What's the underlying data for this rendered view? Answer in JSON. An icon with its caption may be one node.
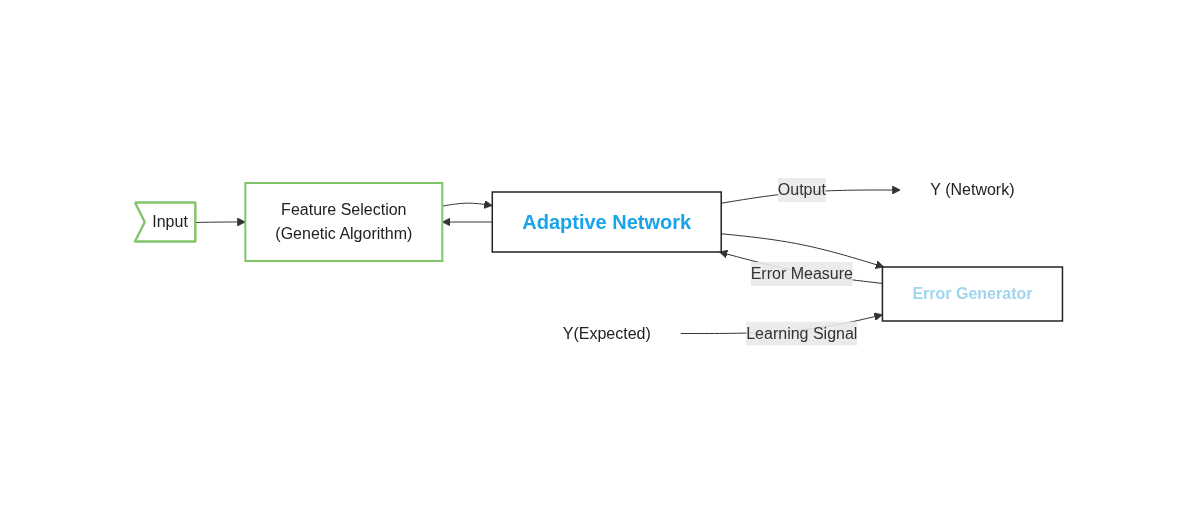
{
  "diagram": {
    "nodes": [
      {
        "text": [
          "Input"
        ]
      },
      {
        "text": [
          "Feature Selection",
          "(Genetic Algorithm)"
        ]
      },
      {
        "text": [
          "Adaptive Network"
        ]
      },
      {
        "text": [
          "Y (Network)"
        ]
      },
      {
        "text": [
          "Error Generator"
        ]
      },
      {
        "text": [
          "Y(Expected)"
        ]
      }
    ],
    "edges": [
      {
        "from": 0,
        "to": 1,
        "arrow": "to"
      },
      {
        "from": 1,
        "to": 2,
        "arrow": "to"
      },
      {
        "from": 2,
        "to": 1,
        "arrow": "to"
      },
      {
        "from": 2,
        "to": 3,
        "arrow": "to",
        "label": "Output"
      },
      {
        "from": 2,
        "to": 4,
        "arrow": "to"
      },
      {
        "from": 4,
        "to": 2,
        "arrow": "to",
        "label": "Error Measure"
      },
      {
        "from": 5,
        "to": 4,
        "arrow": "to",
        "label": "Learning Signal"
      }
    ]
  }
}
